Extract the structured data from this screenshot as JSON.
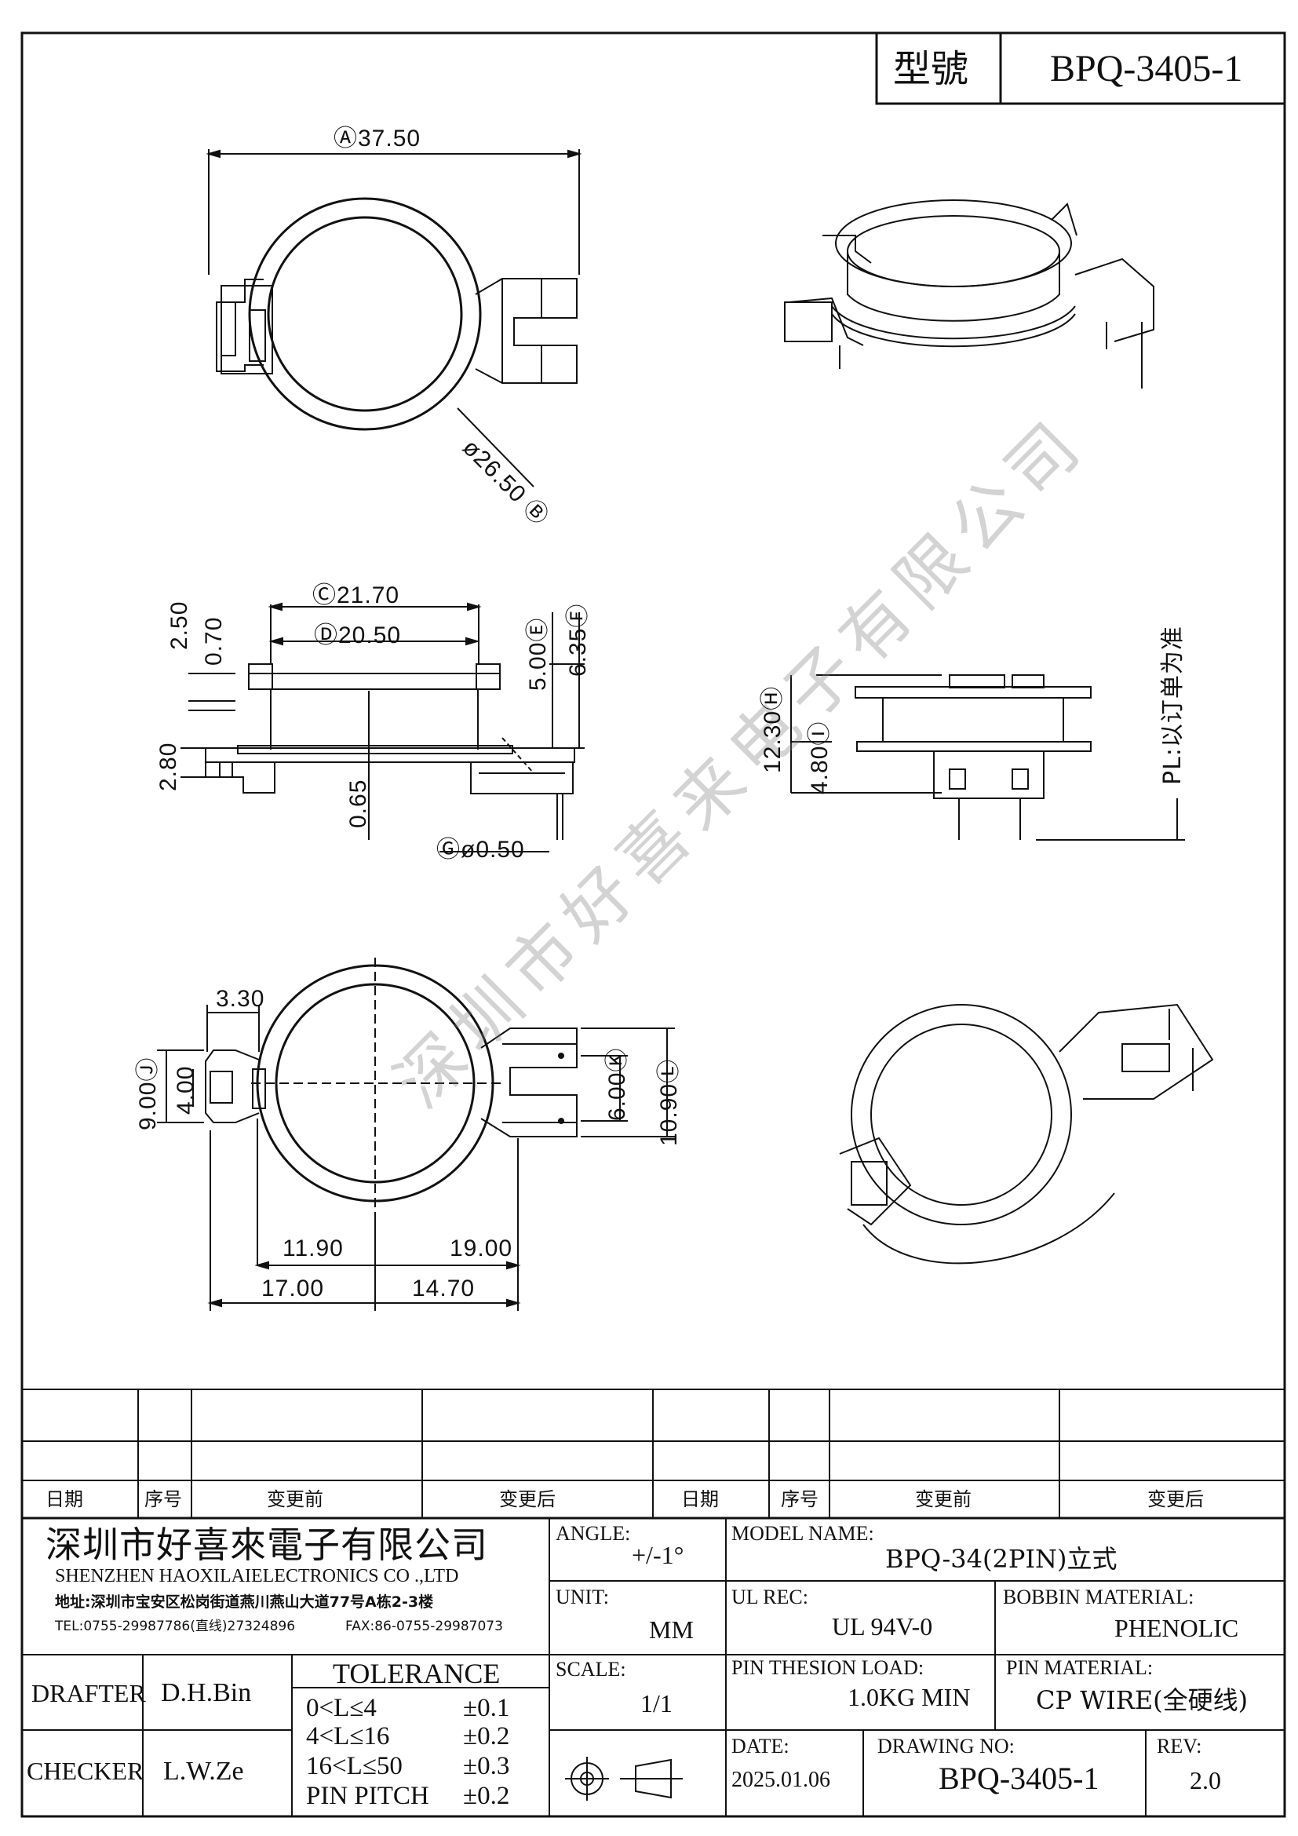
{
  "header": {
    "model_label": "型號",
    "model_value": "BPQ-3405-1"
  },
  "watermark": "深圳市好喜来电子有限公司",
  "top_view": {
    "dim_a": "Ⓐ37.50",
    "dim_b": "ø26.50 Ⓑ"
  },
  "side_view": {
    "dim_c": "Ⓒ21.70",
    "dim_d": "Ⓓ20.50",
    "dim_250": "2.50",
    "dim_070": "0.70",
    "dim_e": "5.00Ⓔ",
    "dim_f": "6.35Ⓕ",
    "dim_280": "2.80",
    "dim_065": "0.65",
    "dim_g": "Ⓖø0.50"
  },
  "right_view": {
    "dim_h": "12.30Ⓗ",
    "dim_i": "4.80Ⓘ",
    "note": "PL:以订单为准"
  },
  "bottom_view": {
    "dim_330": "3.30",
    "dim_j": "9.00Ⓙ",
    "dim_400": "4.00",
    "dim_k": "6.00Ⓚ",
    "dim_l": "10.90Ⓛ",
    "dim_1190": "11.90",
    "dim_1900": "19.00",
    "dim_1700": "17.00",
    "dim_1470": "14.70"
  },
  "revision_table": {
    "headers": [
      "日期",
      "序号",
      "变更前",
      "变更后",
      "日期",
      "序号",
      "变更前",
      "变更后"
    ]
  },
  "company": {
    "name_cn": "深圳市好喜來電子有限公司",
    "name_en": "SHENZHEN HAOXILAIELECTRONICS CO .,LTD",
    "address": "地址:深圳市宝安区松岗街道燕川燕山大道77号A栋2-3楼",
    "tel": "TEL:0755-29987786(直线)27324896",
    "fax": "FAX:86-0755-29987073"
  },
  "title_block": {
    "angle_label": "ANGLE:",
    "angle_value": "+/-1°",
    "model_name_label": "MODEL NAME:",
    "model_name_value": "BPQ-34(2PIN)立式",
    "unit_label": "UNIT:",
    "unit_value": "MM",
    "ul_rec_label": "UL REC:",
    "ul_rec_value": "UL   94V-0",
    "bobbin_material_label": "BOBBIN MATERIAL:",
    "bobbin_material_value": "PHENOLIC",
    "scale_label": "SCALE:",
    "scale_value": "1/1",
    "pin_load_label": "PIN THESION LOAD:",
    "pin_load_value": "1.0KG MIN",
    "pin_material_label": "PIN MATERIAL:",
    "pin_material_value": "CP   WIRE(全硬线)",
    "date_label": "DATE:",
    "date_value": "2025.01.06",
    "drawing_no_label": "DRAWING NO:",
    "drawing_no_value": "BPQ-3405-1",
    "rev_label": "REV:",
    "rev_value": "2.0",
    "drafter_label": "DRAFTER",
    "drafter_value": "D.H.Bin",
    "checker_label": "CHECKER",
    "checker_value": "L.W.Ze",
    "tolerance_title": "TOLERANCE",
    "tolerance_rows": [
      {
        "range": "0<L≤4",
        "value": "±0.1"
      },
      {
        "range": "4<L≤16",
        "value": "±0.2"
      },
      {
        "range": "16<L≤50",
        "value": "±0.3"
      },
      {
        "range": "PIN PITCH",
        "value": "±0.2"
      }
    ]
  }
}
